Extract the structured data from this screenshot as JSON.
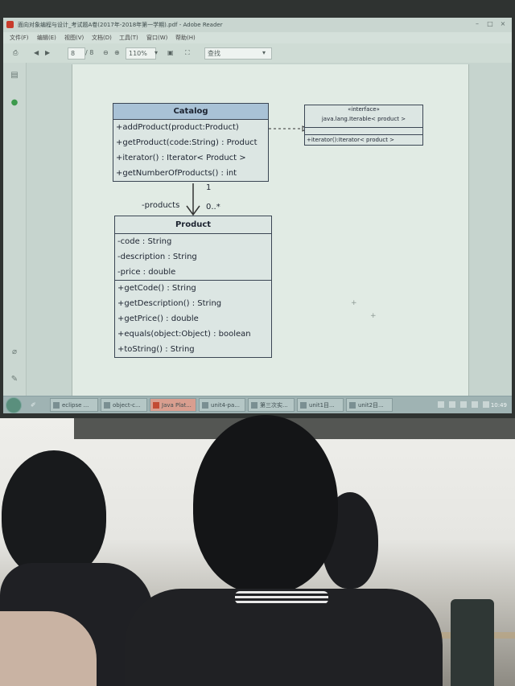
{
  "window": {
    "title": "面向对象编程与设计_考试题A卷(2017年-2018年第一学期).pdf - Adobe Reader",
    "controls": [
      "–",
      "□",
      "×"
    ]
  },
  "menu": [
    "文件(F)",
    "编辑(E)",
    "视图(V)",
    "文档(D)",
    "工具(T)",
    "窗口(W)",
    "帮助(H)"
  ],
  "toolbar": {
    "page_current": "8",
    "page_total": "/ 8",
    "zoom": "110%",
    "search_placeholder": "查找"
  },
  "uml": {
    "catalog": {
      "name": "Catalog",
      "methods": [
        "+addProduct(product:Product)",
        "+getProduct(code:String) : Product",
        "+iterator() : Iterator< Product >",
        "+getNumberOfProducts() : int"
      ]
    },
    "interface": {
      "stereotype": "«interface»",
      "name": "java.lang.Iterable< product >",
      "method": "+iterator():Iterator< product >"
    },
    "association": {
      "role": "-products",
      "mult_source": "1",
      "mult_target": "0..*"
    },
    "product": {
      "name": "Product",
      "attributes": [
        "-code : String",
        "-description : String",
        "-price : double"
      ],
      "methods": [
        "+getCode() : String",
        "+getDescription() : String",
        "+getPrice() : double",
        "+equals(object:Object) : boolean",
        "+toString() : String"
      ]
    }
  },
  "taskbar": {
    "items": [
      "eclipse ...",
      "object-c...",
      "Java Plat...",
      "unit4-pa...",
      "第三次实...",
      "unit1目...",
      "unit2目..."
    ],
    "active_index": 2,
    "clock": "10:49"
  }
}
